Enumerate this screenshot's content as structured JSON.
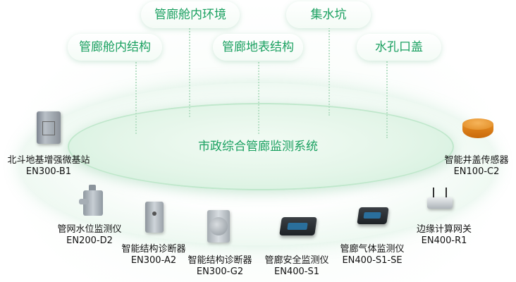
{
  "tags": {
    "cabin_env": "管廊舱内环境",
    "sump": "集水坑",
    "cabin_structure": "管廊舱内结构",
    "surface_structure": "管廊地表结构",
    "manhole_cover": "水孔口盖"
  },
  "center_title": "市政综合管廊监测系统",
  "devices": [
    {
      "name": "北斗地基增强微基站",
      "model": "EN300-B1"
    },
    {
      "name": "管网水位监测仪",
      "model": "EN200-D2"
    },
    {
      "name": "智能结构诊断器",
      "model": "EN300-A2"
    },
    {
      "name": "智能结构诊断器",
      "model": "EN300-G2"
    },
    {
      "name": "管廊安全监测仪",
      "model": "EN400-S1"
    },
    {
      "name": "管廊气体监测仪",
      "model": "EN400-S1-SE"
    },
    {
      "name": "边缘计算网关",
      "model": "EN400-R1"
    },
    {
      "name": "智能井盖传感器",
      "model": "EN100-C2"
    }
  ],
  "colors": {
    "accent": "#1aa060",
    "ring": "#cfeeda"
  }
}
